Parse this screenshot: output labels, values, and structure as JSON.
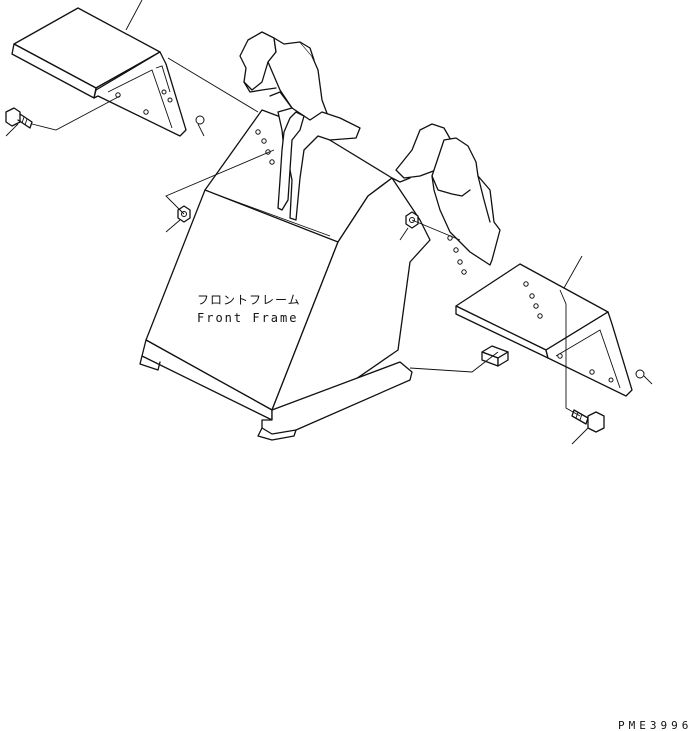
{
  "labels": {
    "part_name_jp": "フロントフレーム",
    "part_name_en": "Front Frame",
    "drawing_code": "PME3996"
  }
}
